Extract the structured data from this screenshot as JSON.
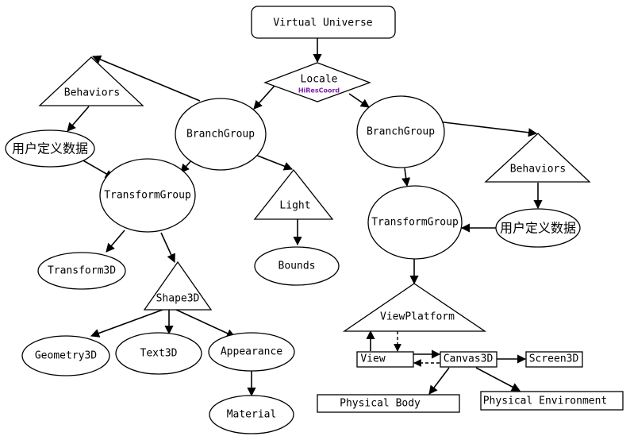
{
  "nodes": {
    "virtual_universe": "Virtual Universe",
    "locale": "Locale",
    "hires_coord": "HiResCoord",
    "branch_group_left": "BranchGroup",
    "branch_group_right": "BranchGroup",
    "behaviors_left": "Behaviors",
    "behaviors_right": "Behaviors",
    "user_data_left": "用户定义数据",
    "user_data_right": "用户定义数据",
    "transform_group_left": "TransformGroup",
    "transform_group_right": "TransformGroup",
    "light": "Light",
    "bounds": "Bounds",
    "transform3d": "Transform3D",
    "shape3d": "Shape3D",
    "geometry3d": "Geometry3D",
    "text3d": "Text3D",
    "appearance": "Appearance",
    "material": "Material",
    "view_platform": "ViewPlatform",
    "view": "View",
    "canvas3d": "Canvas3D",
    "screen3d": "Screen3D",
    "physical_body": "Physical Body",
    "physical_environment": "Physical Environment"
  }
}
